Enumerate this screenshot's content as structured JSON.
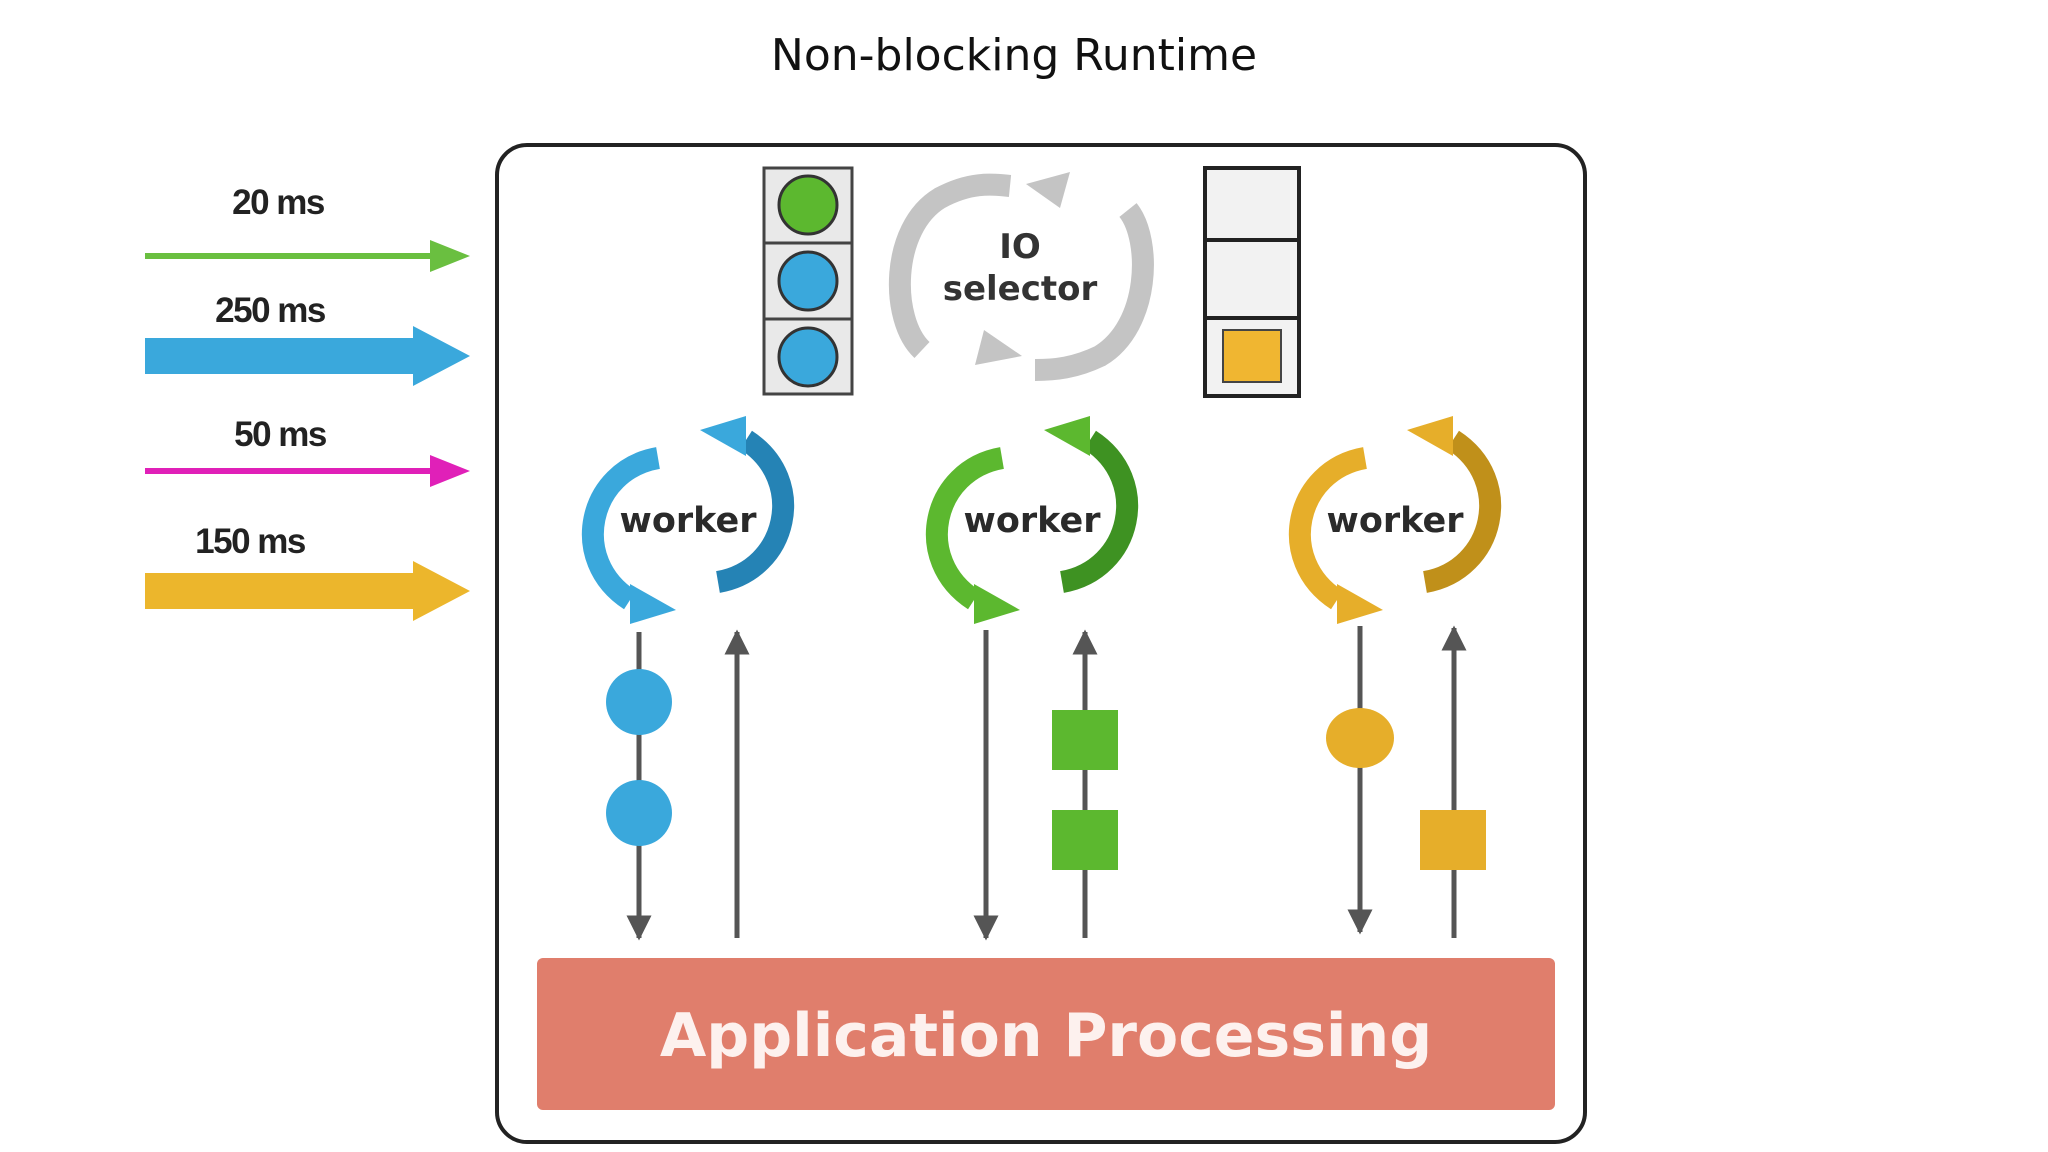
{
  "title": "Non-blocking Runtime",
  "requests": [
    {
      "label": "20 ms",
      "color": "#6abf40",
      "weight": "thin"
    },
    {
      "label": "250 ms",
      "color": "#3aa8dc",
      "weight": "thick"
    },
    {
      "label": "50 ms",
      "color": "#e020b8",
      "weight": "thin"
    },
    {
      "label": "150 ms",
      "color": "#ecb62c",
      "weight": "thick"
    }
  ],
  "io_selector": {
    "line1": "IO",
    "line2": "selector",
    "input_queue": [
      "#5cb82f",
      "#3aa8dc",
      "#3aa8dc"
    ],
    "output_queue": [
      "",
      "",
      "#f0b631"
    ]
  },
  "workers": [
    {
      "label": "worker",
      "color": "#3aa8dc",
      "dark": "#2583b5",
      "down_items": [
        "circle",
        "circle"
      ],
      "up_items": []
    },
    {
      "label": "worker",
      "color": "#5cb82f",
      "dark": "#3e9222",
      "down_items": [],
      "up_items": [
        "square",
        "square"
      ]
    },
    {
      "label": "worker",
      "color": "#e6ae2a",
      "dark": "#c0901a",
      "down_items": [
        "circle"
      ],
      "up_items": [
        "square"
      ]
    }
  ],
  "application": {
    "label": "Application Processing",
    "color": "#e07e6c"
  },
  "colors": {
    "line": "#555555",
    "border": "#222222"
  }
}
